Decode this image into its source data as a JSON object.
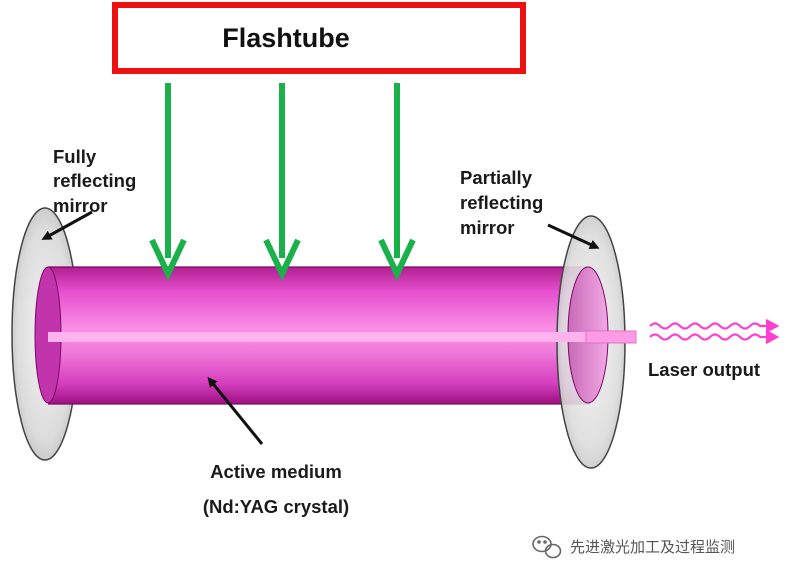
{
  "title": "Flashtube",
  "labels": {
    "full_mirror": [
      "Fully",
      "reflecting",
      "mirror"
    ],
    "partial_mirror": [
      "Partially",
      "reflecting",
      "mirror"
    ],
    "laser_output": "Laser output",
    "active_medium": "Active medium",
    "crystal": "(Nd:YAG crystal)"
  },
  "watermark": "先进激光加工及过程监测",
  "colors": {
    "flashtube_border": "#ee1111",
    "pump_arrow": "#1ab04a",
    "rod_core": "#f060d8",
    "rod_edge": "#a0108c",
    "beam": "#ff9ae6",
    "output_wave": "#ff3fd0",
    "mirror_fill": "#d8d8d8",
    "mirror_stroke": "#444444"
  },
  "icons": {
    "watermark": "wechat-icon"
  }
}
